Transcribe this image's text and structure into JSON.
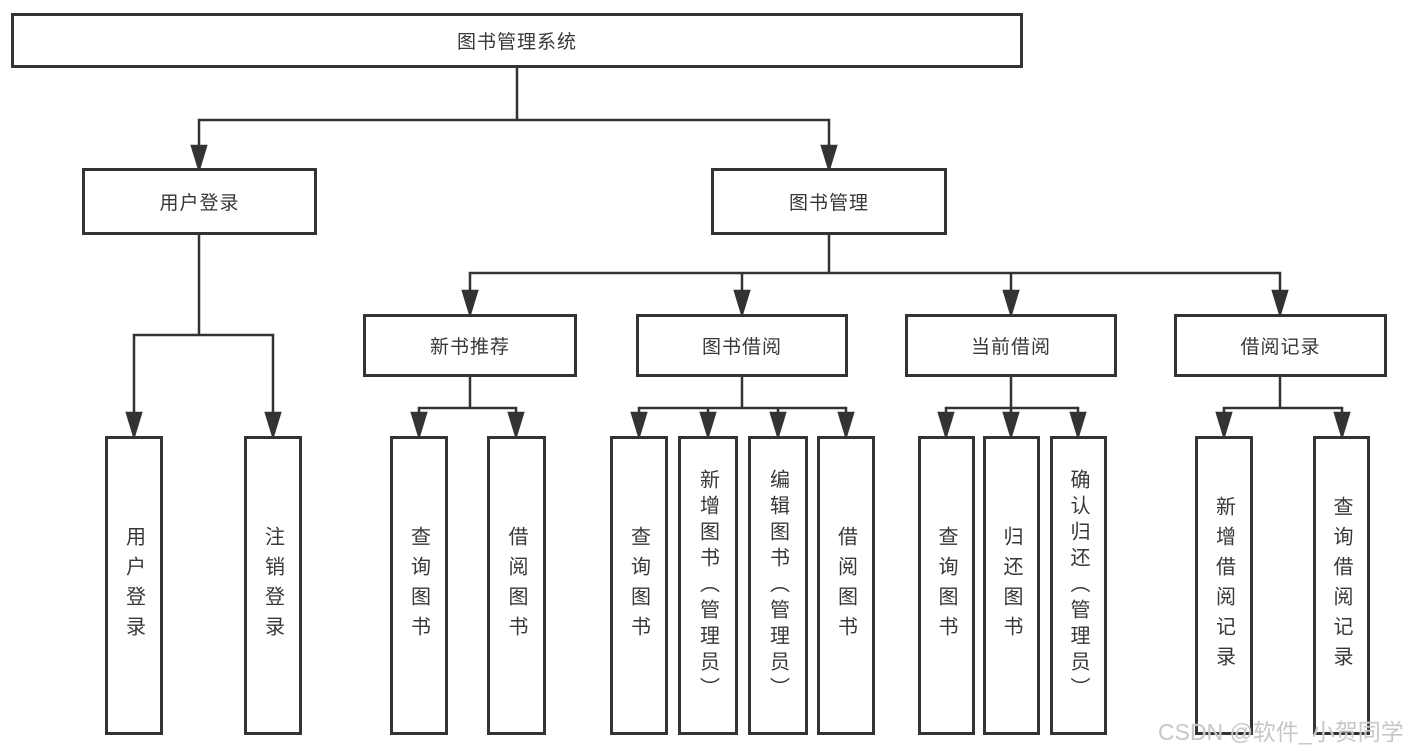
{
  "nodes": {
    "root": "图书管理系统",
    "user_login": "用户登录",
    "book_mgmt": "图书管理",
    "new_book_rec": "新书推荐",
    "book_borrow": "图书借阅",
    "current_borrow": "当前借阅",
    "borrow_records": "借阅记录",
    "leaf_user_login": "用户登录",
    "leaf_logout": "注销登录",
    "leaf_nbr_query_books": "查询图书",
    "leaf_nbr_borrow_books": "借阅图书",
    "leaf_bb_query_books": "查询图书",
    "leaf_bb_add_books": "新增图书（管理员）",
    "leaf_bb_edit_books": "编辑图书（管理员）",
    "leaf_bb_borrow_books": "借阅图书",
    "leaf_cb_query_books": "查询图书",
    "leaf_cb_return_books": "归还图书",
    "leaf_cb_confirm_return": "确认归还（管理员）",
    "leaf_br_add_record": "新增借阅记录",
    "leaf_br_query_record": "查询借阅记录"
  },
  "hierarchy": {
    "root": [
      "user_login",
      "book_mgmt"
    ],
    "user_login": [
      "leaf_user_login",
      "leaf_logout"
    ],
    "book_mgmt": [
      "new_book_rec",
      "book_borrow",
      "current_borrow",
      "borrow_records"
    ],
    "new_book_rec": [
      "leaf_nbr_query_books",
      "leaf_nbr_borrow_books"
    ],
    "book_borrow": [
      "leaf_bb_query_books",
      "leaf_bb_add_books",
      "leaf_bb_edit_books",
      "leaf_bb_borrow_books"
    ],
    "current_borrow": [
      "leaf_cb_query_books",
      "leaf_cb_return_books",
      "leaf_cb_confirm_return"
    ],
    "borrow_records": [
      "leaf_br_add_record",
      "leaf_br_query_record"
    ]
  },
  "watermark": "CSDN @软件_小贺同学",
  "colors": {
    "line": "#333333",
    "box_border": "#333333",
    "text": "#383838",
    "watermark": "#c7c7c7",
    "background": "#ffffff"
  }
}
